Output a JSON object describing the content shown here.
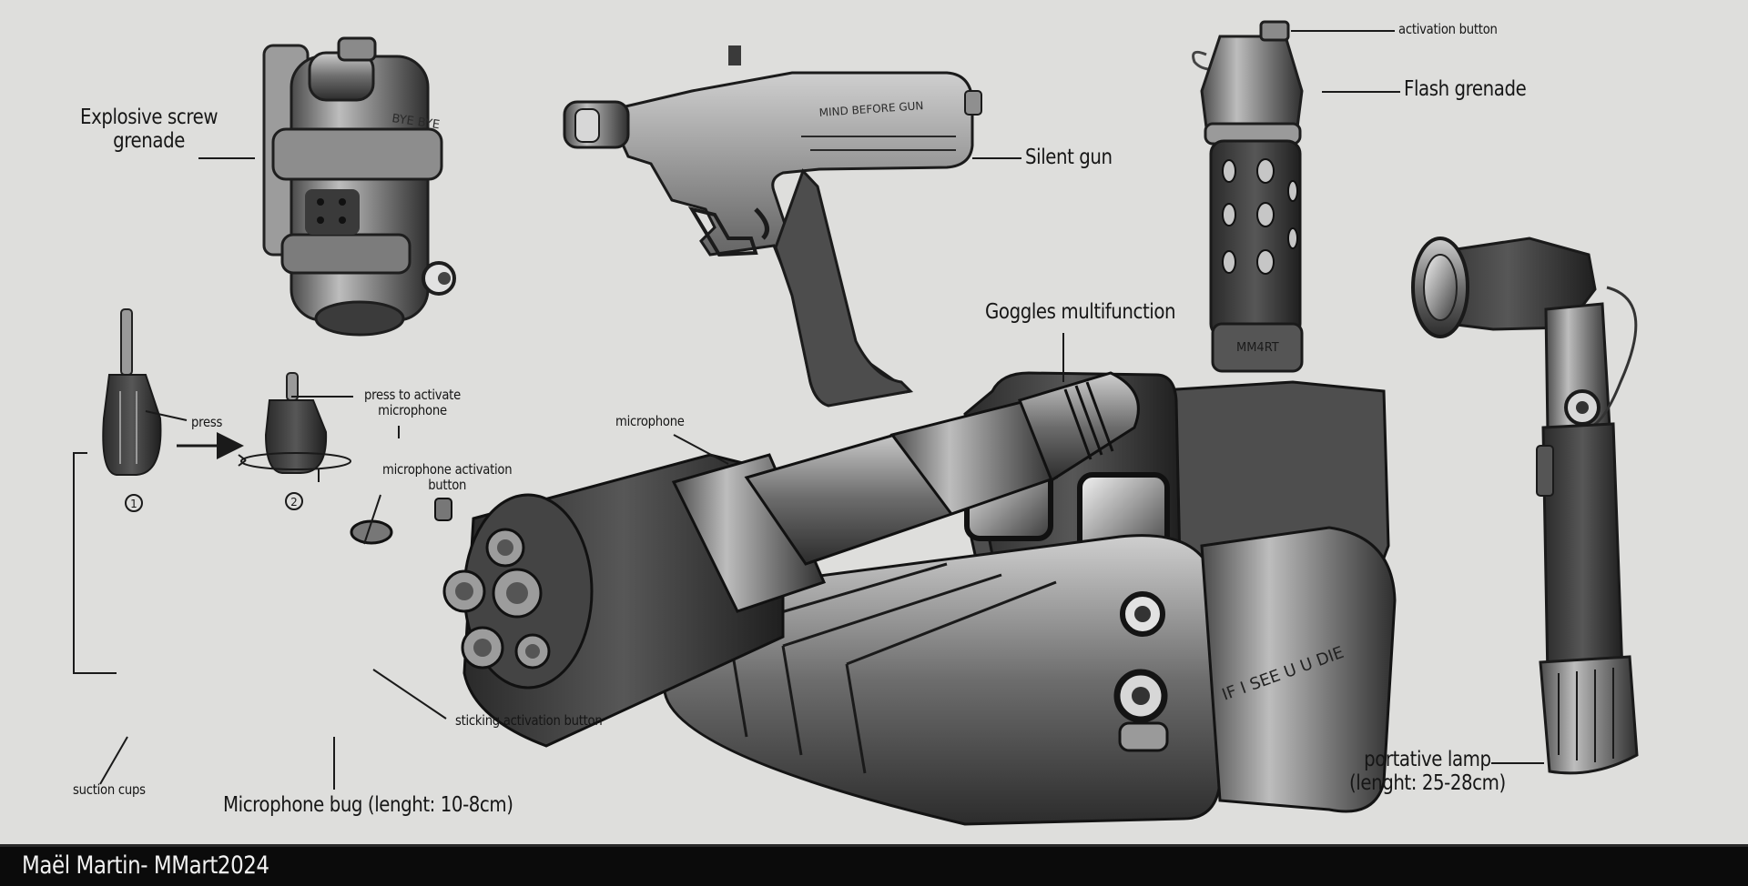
{
  "labels": {
    "explosive_grenade": "Explosive screw\ngrenade",
    "silent_gun": "Silent gun",
    "activation_button": "activation button",
    "flash_grenade": "Flash grenade",
    "goggles": "Goggles multifunction",
    "press": "press",
    "press_to_activate": "press to activate\nmicrophone",
    "step_one": "1",
    "step_two": "2",
    "microphone": "microphone",
    "mic_activation_button": "microphone activation\nbutton",
    "sticking_button": "sticking activation button",
    "suction_cups": "suction cups",
    "microphone_bug": "Microphone bug (lenght: 10-8cm)",
    "portative_lamp": "portative lamp\n(lenght: 25-28cm)"
  },
  "engravings": {
    "grenade": "BYE BYE",
    "gun": "MIND BEFORE GUN",
    "flash": "MM4RT",
    "goggles": "IF I SEE U U DIE"
  },
  "footer": {
    "credit": "Maël Martin- MMart2024"
  }
}
